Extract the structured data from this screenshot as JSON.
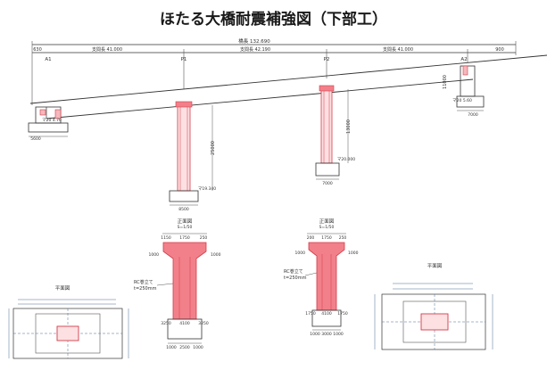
{
  "title": "ほたる大橋耐震補強図（下部工）",
  "elevation": {
    "total_length": "橋長 132.690",
    "span_labels": [
      "支間長 41.000",
      "支間長 42.190",
      "支間長 41.000"
    ],
    "support_labels": [
      "A1",
      "P1",
      "P2",
      "A2"
    ],
    "left_dim": "630",
    "right_dim": "900",
    "a1_tag": "マ20 4.70",
    "a1_width": "5600",
    "p1_height": "25000",
    "p1_tag": "マ19.340",
    "p1_footing": "8500",
    "p2_height": "13000",
    "p2_tag": "マ20.000",
    "p2_footing": "7000",
    "a2_height": "11000",
    "a2_tag": "マ20 5.60",
    "a2_width": "7000"
  },
  "detail_left": {
    "title": "正面図",
    "scale": "S=1/50",
    "top_dims": [
      "1150",
      "1750",
      "250"
    ],
    "side_dims": [
      "1000",
      "1000"
    ],
    "note_line1": "RC巻立て",
    "note_line2": "t=250mm",
    "bottom_dims": [
      "3250",
      "4100",
      "3250"
    ],
    "base_dims": [
      "1000",
      "2500",
      "1000"
    ]
  },
  "detail_right": {
    "title": "正面図",
    "scale": "S=1/50",
    "top_dims": [
      "200",
      "1750",
      "250"
    ],
    "side_dims": [
      "1000",
      "1000"
    ],
    "note_line1": "RC巻立て",
    "note_line2": "t=250mm",
    "bottom_dims": [
      "1750",
      "4100",
      "1750"
    ],
    "base_dims": [
      "1000",
      "3000",
      "1000"
    ]
  },
  "plan_left": {
    "title": "平面図"
  },
  "plan_right": {
    "title": "平面図"
  },
  "colors": {
    "reinforcement": "#f2808a",
    "reinforcement_stroke": "#d23c4a",
    "line": "#333333",
    "dim": "#4a6f94"
  }
}
